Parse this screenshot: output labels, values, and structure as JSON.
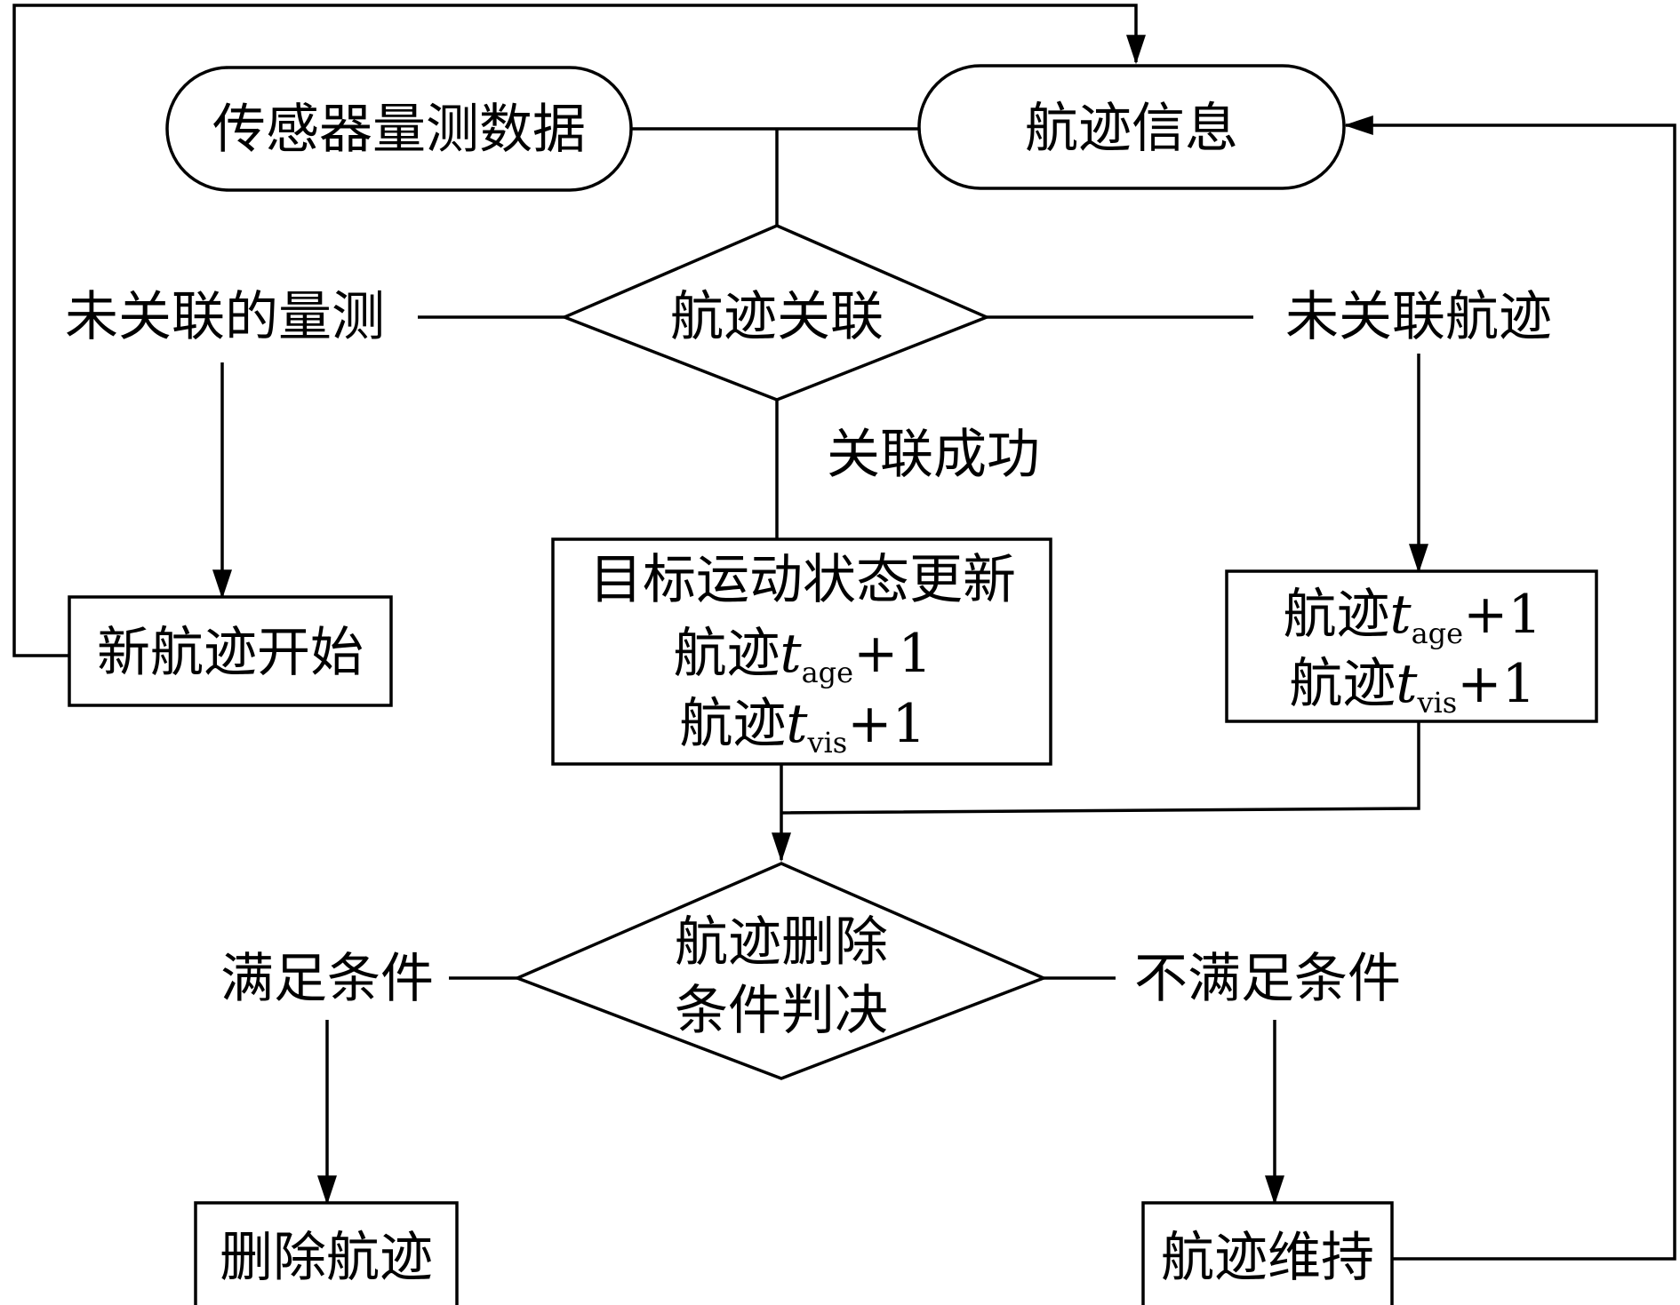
{
  "nodes": {
    "sensor_data": "传感器量测数据",
    "track_info": "航迹信息",
    "track_association": "航迹关联",
    "new_track_start": "新航迹开始",
    "state_update": {
      "line1": "目标运动状态更新",
      "age_prefix": "航迹",
      "age_var": "t",
      "age_sub": "age",
      "age_suffix": "+1",
      "vis_prefix": "航迹",
      "vis_var": "t",
      "vis_sub": "vis",
      "vis_suffix": "+1"
    },
    "unassoc_update": {
      "age_prefix": "航迹",
      "age_var": "t",
      "age_sub": "age",
      "age_suffix": "+1",
      "vis_prefix": "航迹",
      "vis_var": "t",
      "vis_sub": "vis",
      "vis_suffix": "+1"
    },
    "deletion_decision": {
      "line1": "航迹删除",
      "line2": "条件判决"
    },
    "delete_track": "删除航迹",
    "maintain_track": "航迹维持"
  },
  "labels": {
    "unassociated_measurement": "未关联的量测",
    "unassociated_track": "未关联航迹",
    "association_success": "关联成功",
    "condition_met": "满足条件",
    "condition_not_met": "不满足条件"
  }
}
